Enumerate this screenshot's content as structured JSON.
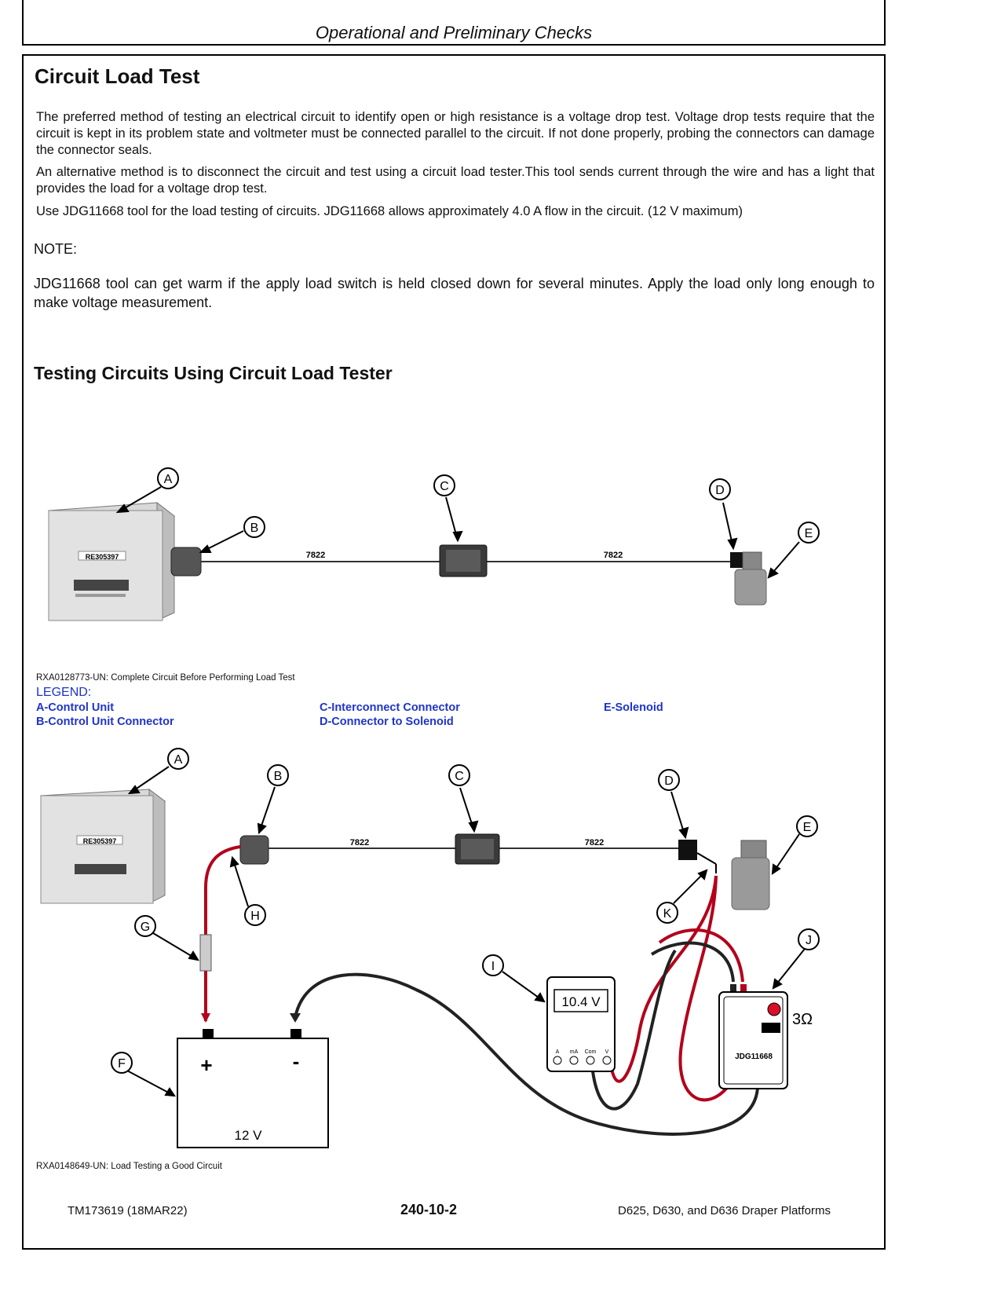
{
  "header": {
    "title": "Operational and Preliminary Checks"
  },
  "section": {
    "title": "Circuit Load Test",
    "paragraphs": [
      "The preferred method of testing an electrical circuit to identify open or high resistance is a voltage drop test. Voltage drop tests require that the circuit is kept in its problem state and voltmeter must be connected parallel to the circuit. If not done properly, probing the connectors can damage the connector seals.",
      "An alternative method is to disconnect the circuit and test using a circuit load tester.This tool sends current through the wire and has a light that provides the load for a voltage drop test.",
      "Use JDG11668 tool for the load testing of circuits. JDG11668 allows approximately 4.0 A flow in the circuit. (12 V maximum)"
    ],
    "note_label": "NOTE:",
    "note_text": "JDG11668 tool can get warm if the apply load switch is held closed down for several minutes. Apply the load only long enough to make voltage measurement."
  },
  "subsection": {
    "title": "Testing Circuits Using Circuit Load Tester"
  },
  "figure1": {
    "caption": "RXA0128773-UN: Complete Circuit Before Performing Load Test",
    "callouts": [
      "A",
      "B",
      "C",
      "D",
      "E"
    ],
    "wire_label": "7822",
    "control_unit_part": "RE305397"
  },
  "legend": {
    "title": "LEGEND:",
    "items": [
      "A-Control Unit",
      "B-Control Unit Connector",
      "C-Interconnect Connector",
      "D-Connector to Solenoid",
      "E-Solenoid"
    ]
  },
  "figure2": {
    "caption": "RXA0148649-UN: Load Testing a Good Circuit",
    "callouts": [
      "A",
      "B",
      "C",
      "D",
      "E",
      "F",
      "G",
      "H",
      "I",
      "J",
      "K"
    ],
    "wire_label": "7822",
    "control_unit_part": "RE305397",
    "meter_reading": "10.4 V",
    "meter_ports": [
      "A",
      "mA",
      "Com",
      "V"
    ],
    "battery_plus": "+",
    "battery_minus": "-",
    "battery_voltage": "12 V",
    "tester_name": "JDG11668",
    "tester_resistance": "3Ω"
  },
  "footer": {
    "doc_id": "TM173619 (18MAR22)",
    "page": "240-10-2",
    "product": "D625, D630, and D636 Draper Platforms"
  }
}
